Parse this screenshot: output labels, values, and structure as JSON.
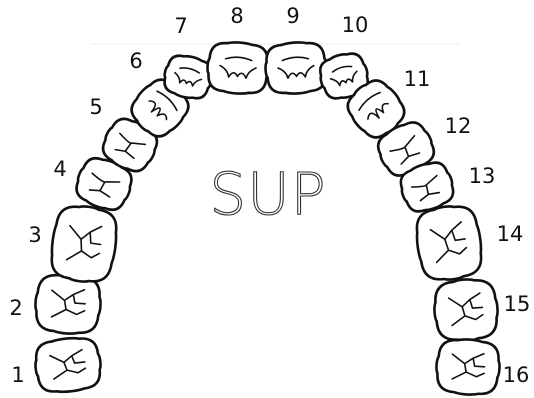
{
  "arch_label": "SUP",
  "teeth": [
    {
      "number": "1",
      "kind": "molar"
    },
    {
      "number": "2",
      "kind": "molar"
    },
    {
      "number": "3",
      "kind": "molar"
    },
    {
      "number": "4",
      "kind": "premolar"
    },
    {
      "number": "5",
      "kind": "premolar"
    },
    {
      "number": "6",
      "kind": "canine"
    },
    {
      "number": "7",
      "kind": "incisor"
    },
    {
      "number": "8",
      "kind": "incisor"
    },
    {
      "number": "9",
      "kind": "incisor"
    },
    {
      "number": "10",
      "kind": "incisor"
    },
    {
      "number": "11",
      "kind": "canine"
    },
    {
      "number": "12",
      "kind": "premolar"
    },
    {
      "number": "13",
      "kind": "premolar"
    },
    {
      "number": "14",
      "kind": "molar"
    },
    {
      "number": "15",
      "kind": "molar"
    },
    {
      "number": "16",
      "kind": "molar"
    }
  ]
}
